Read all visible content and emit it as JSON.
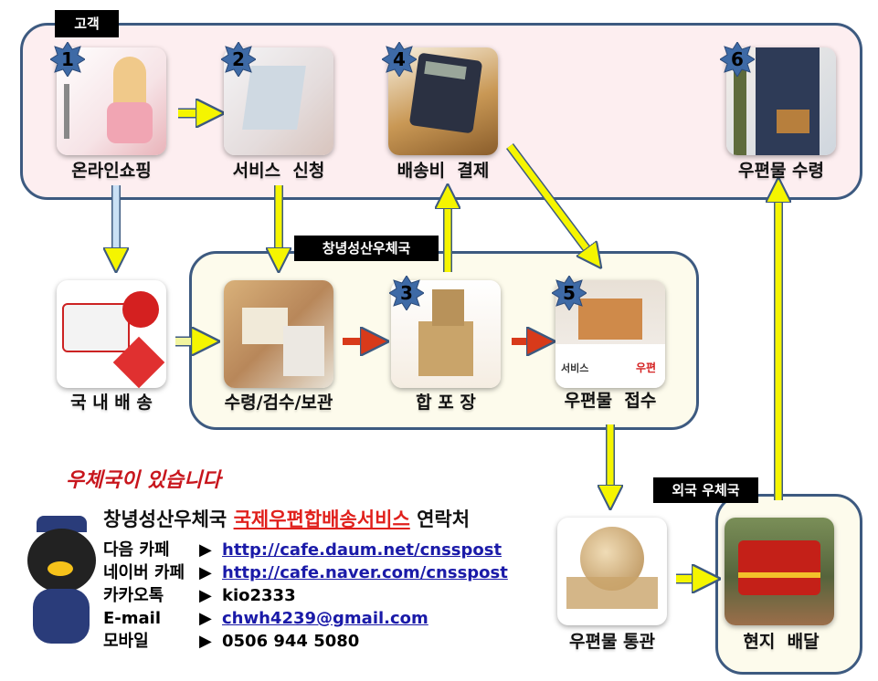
{
  "groups": {
    "customer": "고객",
    "post_office": "창녕성산우체국",
    "foreign_post": "외국 우체국"
  },
  "steps": {
    "online_shopping": {
      "number": "1",
      "label": "온라인쇼핑"
    },
    "service_request": {
      "number": "2",
      "label": "서비스  신청"
    },
    "receive_check": {
      "number": "",
      "label": "수령/검수/보관"
    },
    "combine_pack": {
      "number": "3",
      "label": "합 포 장"
    },
    "payment": {
      "number": "4",
      "label": "배송비  결제"
    },
    "mail_accept": {
      "number": "5",
      "label": "우편물  접수"
    },
    "mail_receive": {
      "number": "6",
      "label": "우편물 수령"
    },
    "domestic": {
      "label": "국 내 배 송"
    },
    "customs": {
      "label": "우편물 통관"
    },
    "local_delivery": {
      "label": "현지  배달"
    }
  },
  "image_text": {
    "counter_sign": "서비스",
    "post_sign": "우편"
  },
  "contact": {
    "slogan": "우체국이 있습니다",
    "title_prefix": "창녕성산우체국 ",
    "title_highlight": "국제우편합배송서비스",
    "title_suffix": " 연락처",
    "rows": [
      {
        "label": "다음 카페",
        "value": "http://cafe.daum.net/cnsspost",
        "link": true
      },
      {
        "label": "네이버 카페",
        "value": "http://cafe.naver.com/cnsspost",
        "link": true
      },
      {
        "label": "카카오톡",
        "value": "kio2333",
        "link": false
      },
      {
        "label": "E-mail",
        "value": "chwh4239@gmail.com",
        "link": true
      },
      {
        "label": "모바일",
        "value": "0506 944 5080",
        "link": false
      }
    ],
    "arrow": "▶"
  },
  "colors": {
    "border": "#3d5a80",
    "customer_bg": "#fdeef0",
    "office_bg": "#fdfbec",
    "badge": "#3e6aa6",
    "arrow_yellow": "#f5f500",
    "arrow_red": "#d83a1a",
    "highlight": "#e0201c"
  }
}
